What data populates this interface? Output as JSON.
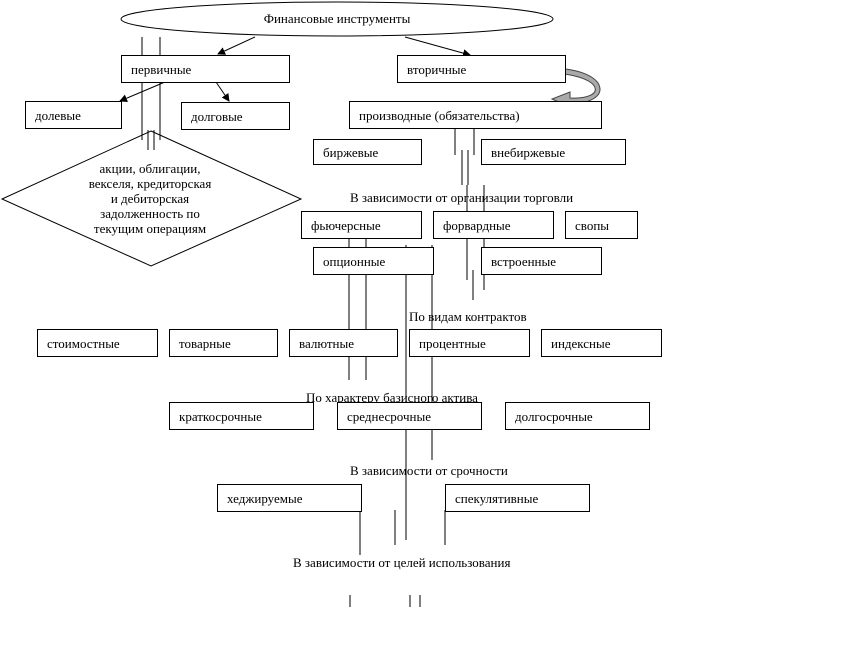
{
  "root": "Финансовые инструменты",
  "primary": "первичные",
  "secondary": "вторичные",
  "equity": "долевые",
  "debt": "долговые",
  "primary_examples": [
    "акции, облигации,",
    "векселя, кредиторская",
    "и дебиторская",
    "задолженность по",
    "текущим операциям"
  ],
  "derivatives": "производные (обязательства)",
  "by_organization": {
    "caption": "В зависимости от организации торговли",
    "items": [
      "биржевые",
      "внебиржевые"
    ]
  },
  "by_contract": {
    "caption": "По видам контрактов",
    "items": [
      "фьючерсные",
      "форвардные",
      "свопы",
      "опционные",
      "встроенные"
    ]
  },
  "by_asset": {
    "caption": "По характеру базисного актива",
    "items": [
      "стоимостные",
      "товарные",
      "валютные",
      "процентные",
      "индексные"
    ]
  },
  "by_term": {
    "caption": "В зависимости от срочности",
    "items": [
      "краткосрочные",
      "среднесрочные",
      "долгосрочные"
    ]
  },
  "by_purpose": {
    "caption": "В зависимости от целей использования",
    "items": [
      "хеджируемые",
      "спекулятивные"
    ]
  }
}
